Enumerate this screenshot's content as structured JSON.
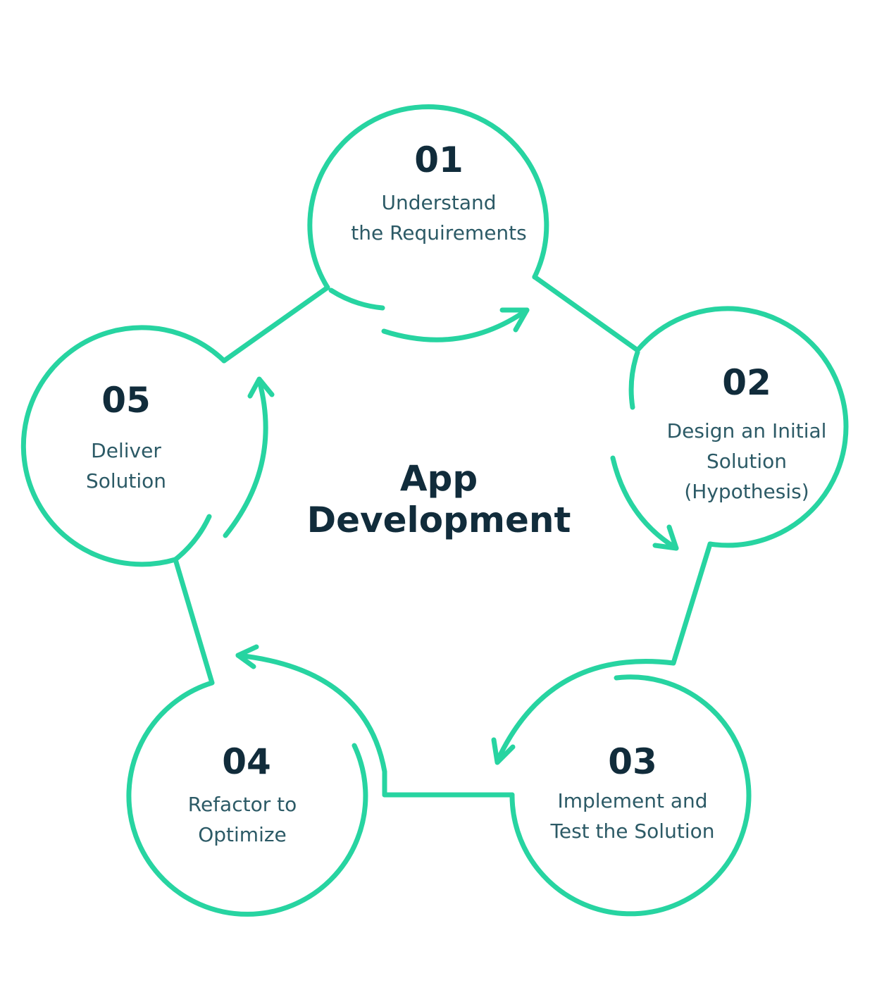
{
  "colors": {
    "ring": "#27d4a1",
    "heading": "#112c3b",
    "label": "#2c5a66",
    "background": "#ffffff"
  },
  "center": {
    "title_line1": "App",
    "title_line2": "Development"
  },
  "steps": [
    {
      "number": "01",
      "lines": [
        "Understand",
        "the Requirements"
      ]
    },
    {
      "number": "02",
      "lines": [
        "Design an Initial",
        "Solution",
        "(Hypothesis)"
      ]
    },
    {
      "number": "03",
      "lines": [
        "Implement and",
        "Test the Solution"
      ]
    },
    {
      "number": "04",
      "lines": [
        "Refactor to",
        "Optimize"
      ]
    },
    {
      "number": "05",
      "lines": [
        "Deliver",
        "Solution"
      ]
    }
  ]
}
